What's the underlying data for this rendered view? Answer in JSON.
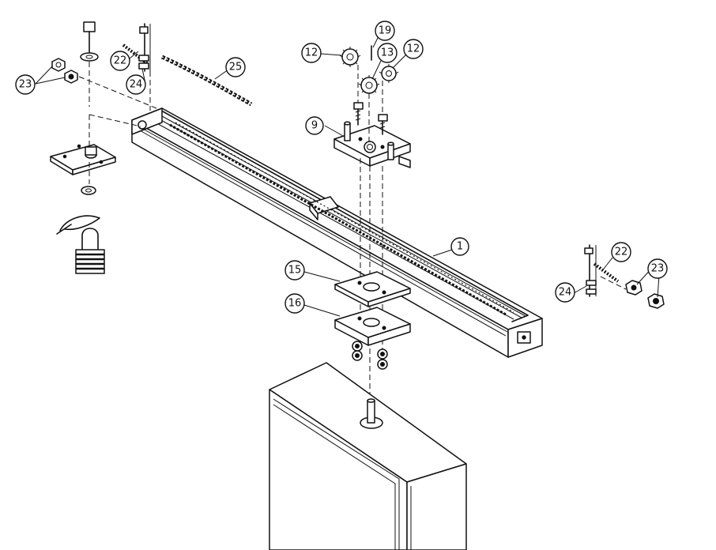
{
  "callouts": [
    {
      "id": "c1",
      "label": "1"
    },
    {
      "id": "c9",
      "label": "9"
    },
    {
      "id": "c12a",
      "label": "12"
    },
    {
      "id": "c12b",
      "label": "12"
    },
    {
      "id": "c13",
      "label": "13"
    },
    {
      "id": "c15",
      "label": "15"
    },
    {
      "id": "c16",
      "label": "16"
    },
    {
      "id": "c19",
      "label": "19"
    },
    {
      "id": "c22a",
      "label": "22"
    },
    {
      "id": "c22b",
      "label": "22"
    },
    {
      "id": "c23a",
      "label": "23"
    },
    {
      "id": "c23b",
      "label": "23"
    },
    {
      "id": "c24a",
      "label": "24"
    },
    {
      "id": "c24b",
      "label": "24"
    },
    {
      "id": "c25",
      "label": "25"
    }
  ]
}
